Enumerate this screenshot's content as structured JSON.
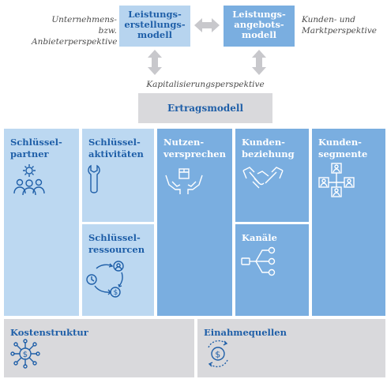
{
  "header": {
    "left_label": "Unternehmens-\nbzw. Anbieterperspektive",
    "right_label": "Kunden- und\nMarktperspektive",
    "box_left": "Leistungs-\nerstellungs-\nmodell",
    "box_right": "Leistungs-\nangebots-\nmodell",
    "middle_label": "Kapitalisierungsperspektive",
    "revenue_model": "Ertragsmodell"
  },
  "canvas": {
    "key_partners": "Schlüssel-\npartner",
    "key_activities": "Schlüssel-\naktivitäten",
    "key_resources": "Schlüssel-\nressourcen",
    "value_proposition": "Nutzen-\nversprechen",
    "customer_relationships": "Kunden-\nbeziehung",
    "channels": "Kanäle",
    "customer_segments": "Kunden-\nsegmente",
    "cost_structure": "Kostenstruktur",
    "revenue_streams": "Einahmequellen"
  },
  "colors": {
    "light_blue": "#bcd8f1",
    "mid_blue": "#7aaee0",
    "top_light": "#b7d4ef",
    "grey": "#d9d9dc",
    "accent_blue": "#1f5fa8",
    "arrow_grey": "#c8c8cc"
  },
  "icons": {
    "key_partners": "gear-people-icon",
    "key_activities": "wrench-icon",
    "key_resources": "resource-cycle-icon",
    "value_proposition": "hands-box-icon",
    "customer_relationships": "handshake-icon",
    "channels": "channel-network-icon",
    "customer_segments": "segments-icon",
    "cost_structure": "dollar-network-icon",
    "revenue_streams": "dollar-cycle-icon"
  }
}
